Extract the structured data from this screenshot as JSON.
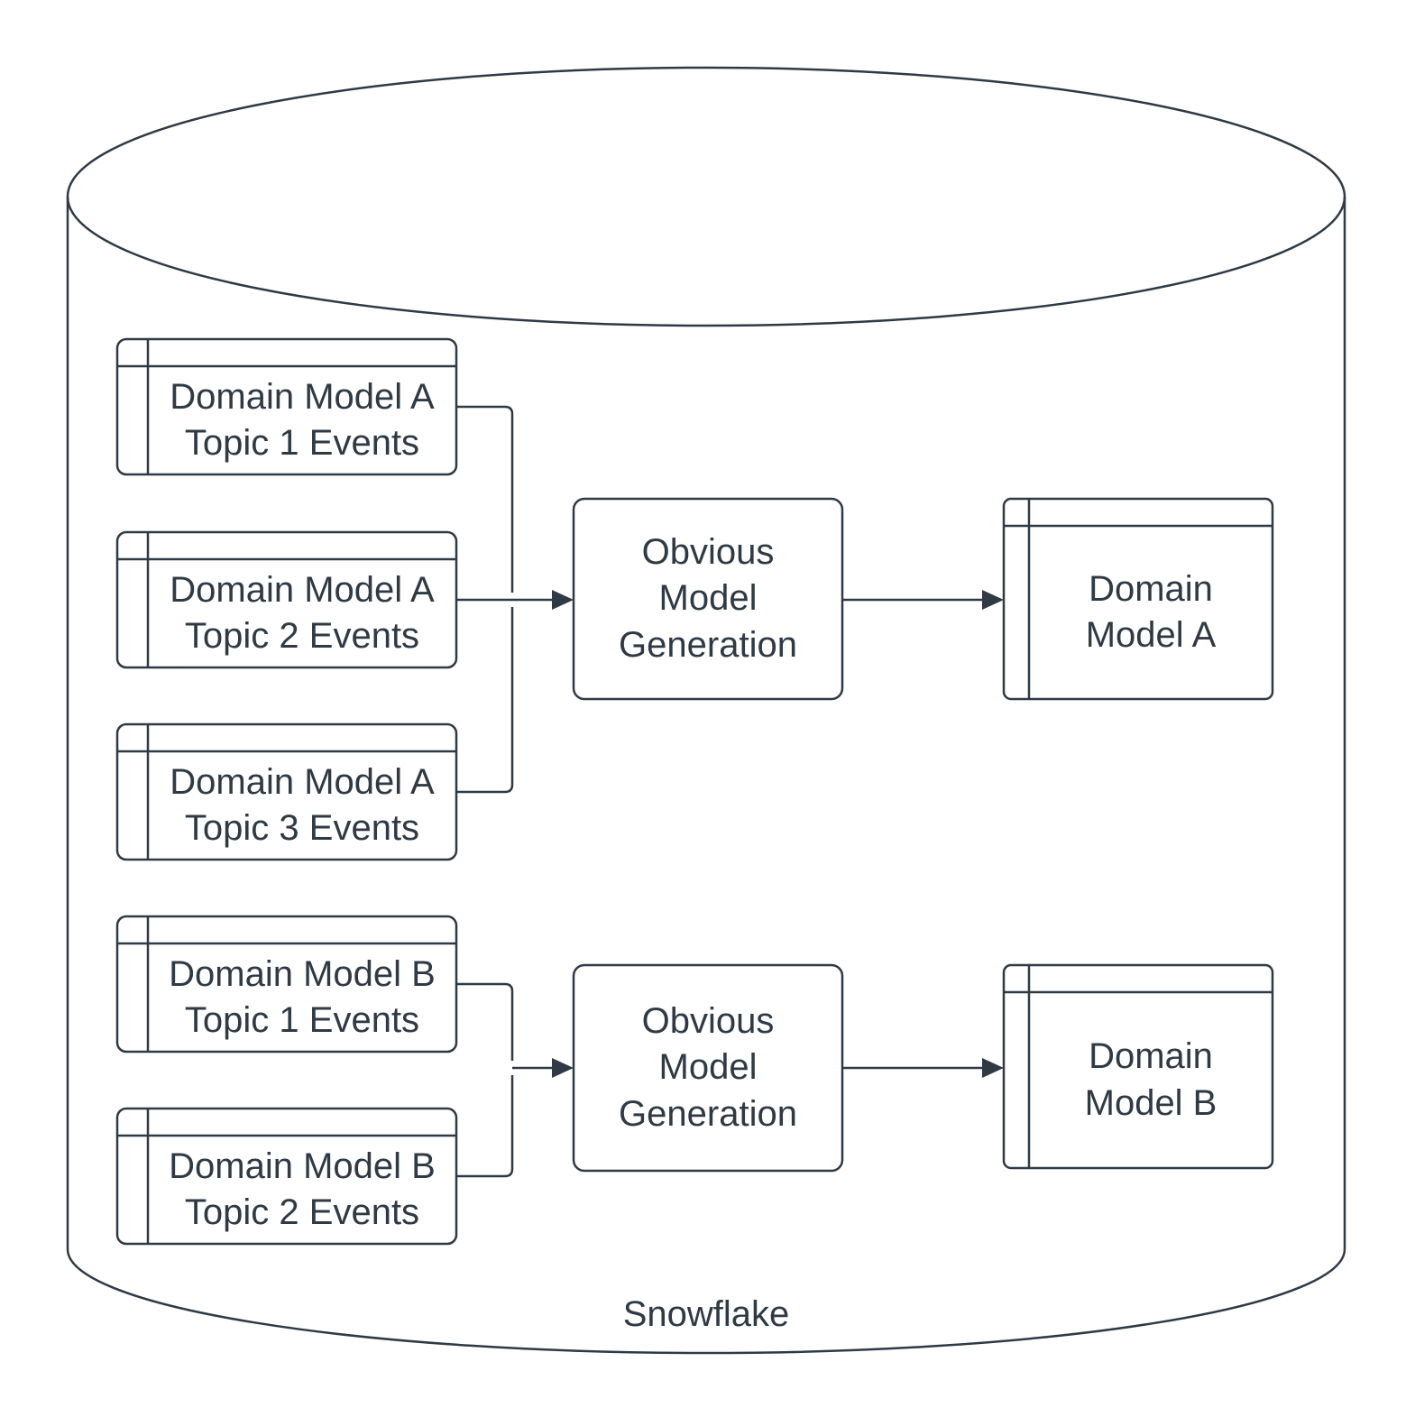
{
  "diagram": {
    "container": {
      "label": "Snowflake"
    },
    "sources": [
      {
        "line1": "Domain Model A",
        "line2": "Topic 1 Events"
      },
      {
        "line1": "Domain Model A",
        "line2": "Topic 2 Events"
      },
      {
        "line1": "Domain Model A",
        "line2": "Topic 3 Events"
      },
      {
        "line1": "Domain Model B",
        "line2": "Topic 1 Events"
      },
      {
        "line1": "Domain Model B",
        "line2": "Topic 2 Events"
      }
    ],
    "processes": [
      {
        "line1": "Obvious",
        "line2": "Model",
        "line3": "Generation"
      },
      {
        "line1": "Obvious",
        "line2": "Model",
        "line3": "Generation"
      }
    ],
    "outputs": [
      {
        "line1": "Domain",
        "line2": "Model A"
      },
      {
        "line1": "Domain",
        "line2": "Model B"
      }
    ],
    "colors": {
      "stroke": "#2f3a45",
      "text": "#2f3a45",
      "fill": "#ffffff"
    }
  }
}
